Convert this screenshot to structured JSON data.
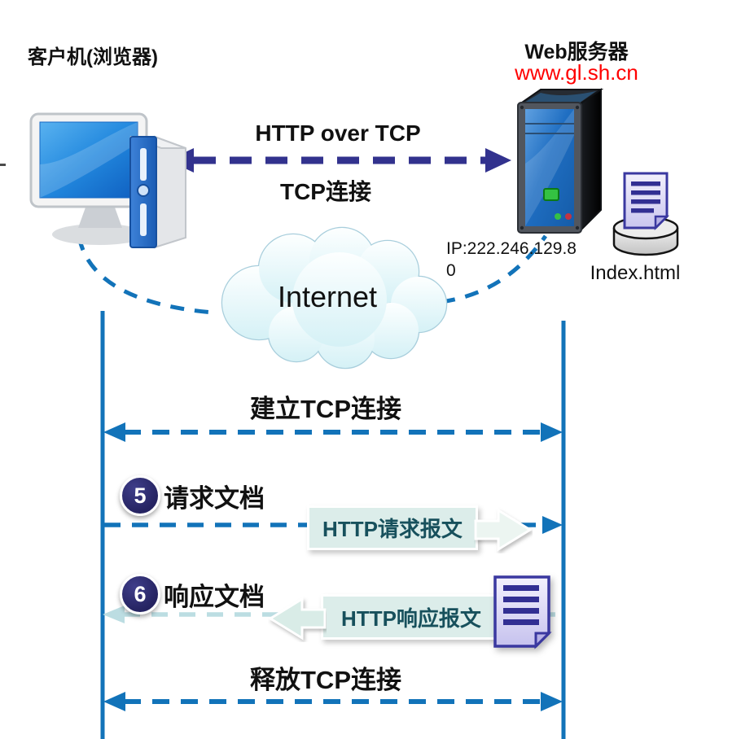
{
  "client": {
    "label": "客户机(浏览器)"
  },
  "server": {
    "label": "Web服务器",
    "url": "www.gl.sh.cn",
    "ip_line1": "IP:222.246.129.8",
    "ip_line2": "0",
    "file_label": "Index.html"
  },
  "link": {
    "top": "HTTP over TCP",
    "bottom": "TCP连接"
  },
  "cloud": {
    "label": "Internet"
  },
  "sequence": {
    "establish": "建立TCP连接",
    "release": "释放TCP连接",
    "steps": [
      {
        "num": "5",
        "title": "请求文档",
        "message": "HTTP请求报文",
        "direction": "right"
      },
      {
        "num": "6",
        "title": "响应文档",
        "message": "HTTP响应报文",
        "direction": "left"
      }
    ]
  },
  "colors": {
    "lifeline_blue": "#1273B9",
    "tcp_link_indigo": "#32328E",
    "response_pale": "#BCDDE2",
    "message_box_bg": "#DCEDEA",
    "message_text": "#17505C",
    "badge_navy": "#2A2963",
    "url_red": "#FF0000",
    "cloud_fill": "#D9F3F7",
    "document_lavender": "#CDC9F1"
  }
}
